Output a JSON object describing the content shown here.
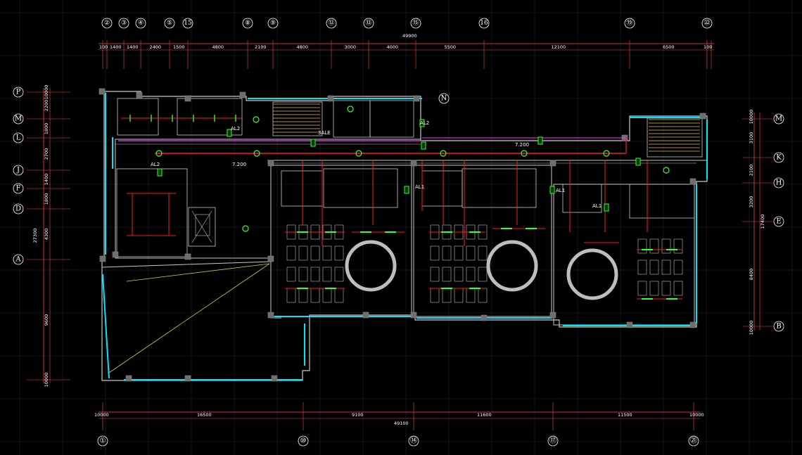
{
  "top_axes": [
    "②",
    "③",
    "④",
    "⑤",
    "1/5",
    "⑧",
    "⑨",
    "⑫",
    "⑬",
    "⑮",
    "1/6",
    "⑲",
    "㉒"
  ],
  "top_dims": [
    "100",
    "1400",
    "1400",
    "2400",
    "1500",
    "4800",
    "2100",
    "4800",
    "3000",
    "4000",
    "5500",
    "12100",
    "6500",
    "100"
  ],
  "top_total": "49900",
  "bottom_axes": [
    "①",
    "⑩",
    "⑭",
    "⑰",
    "㉑"
  ],
  "bottom_dims": [
    "10000",
    "16500",
    "9100",
    "11600",
    "11500",
    "10000"
  ],
  "bottom_total": "49100",
  "left_axes": [
    "P",
    "M",
    "L",
    "J",
    "F",
    "D",
    "A"
  ],
  "left_dims": [
    "10000",
    "2200",
    "1800",
    "2700",
    "1400",
    "1800",
    "4300",
    "9600",
    "10000"
  ],
  "left_total": "27300",
  "right_axes": [
    "M",
    "K",
    "H",
    "E",
    "B"
  ],
  "right_dims": [
    "10000",
    "3100",
    "2100",
    "3200",
    "8400",
    "10000"
  ],
  "right_total": "17400",
  "elevation_marks": [
    "7.200",
    "7.200"
  ],
  "panel_labels": [
    "AL2",
    "AL2",
    "AL1",
    "AL1",
    "AL1",
    "3ALE",
    "AL2"
  ],
  "node_n": "N",
  "colors": {
    "wall": "#c8c8c8",
    "window": "#00e5ff",
    "wire": "#ff1a1a",
    "fixture": "#33ff33",
    "dim_line": "#ff4444",
    "stair": "#e8c24a",
    "grid": "#1f2433",
    "magenta": "#ff33ff",
    "yellow": "#d8d83a"
  }
}
